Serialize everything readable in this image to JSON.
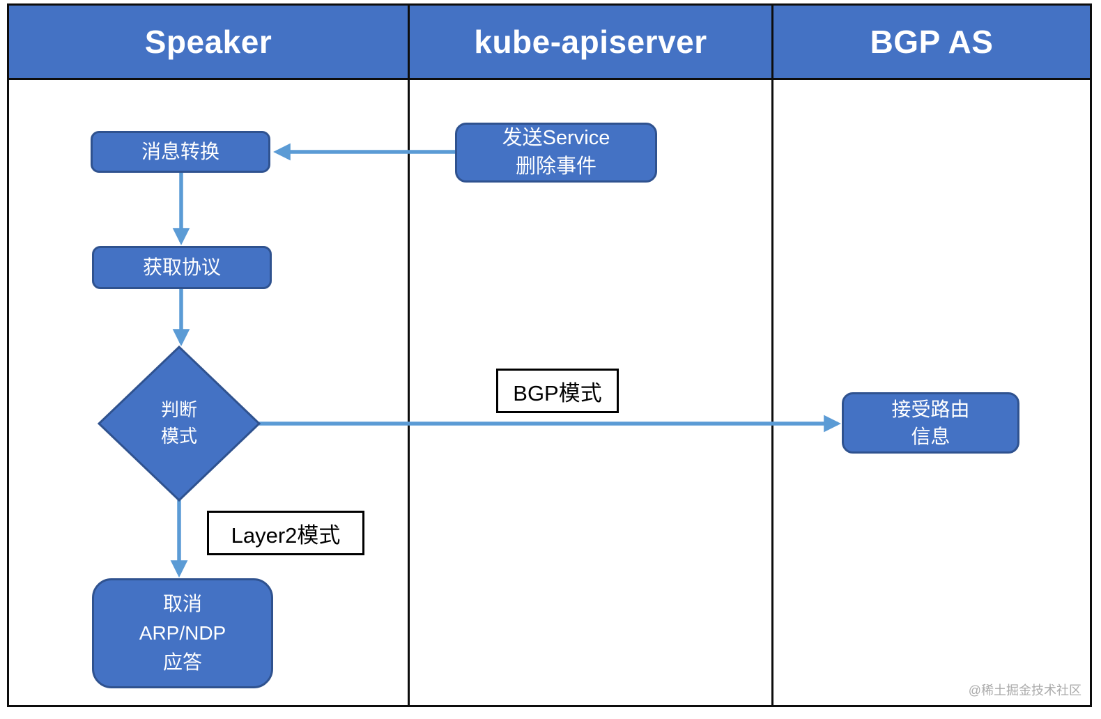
{
  "diagram": {
    "columns": [
      {
        "label": "Speaker"
      },
      {
        "label": "kube-apiserver"
      },
      {
        "label": "BGP AS"
      }
    ],
    "nodes": {
      "message_convert": "消息转换",
      "send_service_event": "发送Service\n删除事件",
      "get_protocol": "获取协议",
      "judge_mode": "判断\n模式",
      "accept_route_info": "接受路由\n信息",
      "cancel_arp_ndp": "取消\nARP/NDP\n应答"
    },
    "edge_labels": {
      "bgp_mode": "BGP模式",
      "layer2_mode": "Layer2模式"
    },
    "watermark": "@稀土掘金技术社区",
    "colors": {
      "header_fill": "#4472C4",
      "node_fill": "#4472C4",
      "node_border": "#2F528F",
      "arrow": "#5B9BD5",
      "frame_border": "#0D0D0D",
      "label_border": "#000000",
      "watermark_text": "#ABABAB"
    }
  }
}
